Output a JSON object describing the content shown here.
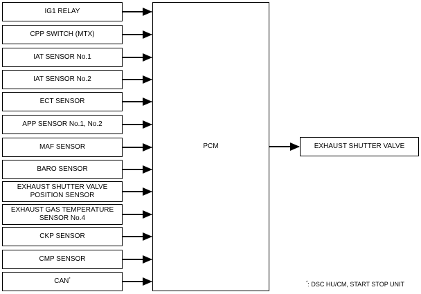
{
  "inputs": [
    {
      "label": "IG1 RELAY"
    },
    {
      "label": "CPP SWITCH (MTX)"
    },
    {
      "label": "IAT SENSOR No.1"
    },
    {
      "label": "IAT SENSOR No.2"
    },
    {
      "label": "ECT SENSOR"
    },
    {
      "label": "APP SENSOR No.1, No.2"
    },
    {
      "label": "MAF SENSOR"
    },
    {
      "label": "BARO SENSOR"
    },
    {
      "label_line1": "EXHAUST SHUTTER VALVE",
      "label_line2": "POSITION SENSOR"
    },
    {
      "label_line1": "EXHAUST GAS TEMPERATURE",
      "label_line2": "SENSOR No.4"
    },
    {
      "label": "CKP SENSOR"
    },
    {
      "label": "CMP SENSOR"
    },
    {
      "label": "CAN",
      "marker": "*"
    }
  ],
  "pcm": {
    "label": "PCM"
  },
  "output": {
    "label": "EXHAUST SHUTTER VALVE"
  },
  "footnote": {
    "marker": "*",
    "text": ": DSC HU/CM, START STOP UNIT"
  }
}
